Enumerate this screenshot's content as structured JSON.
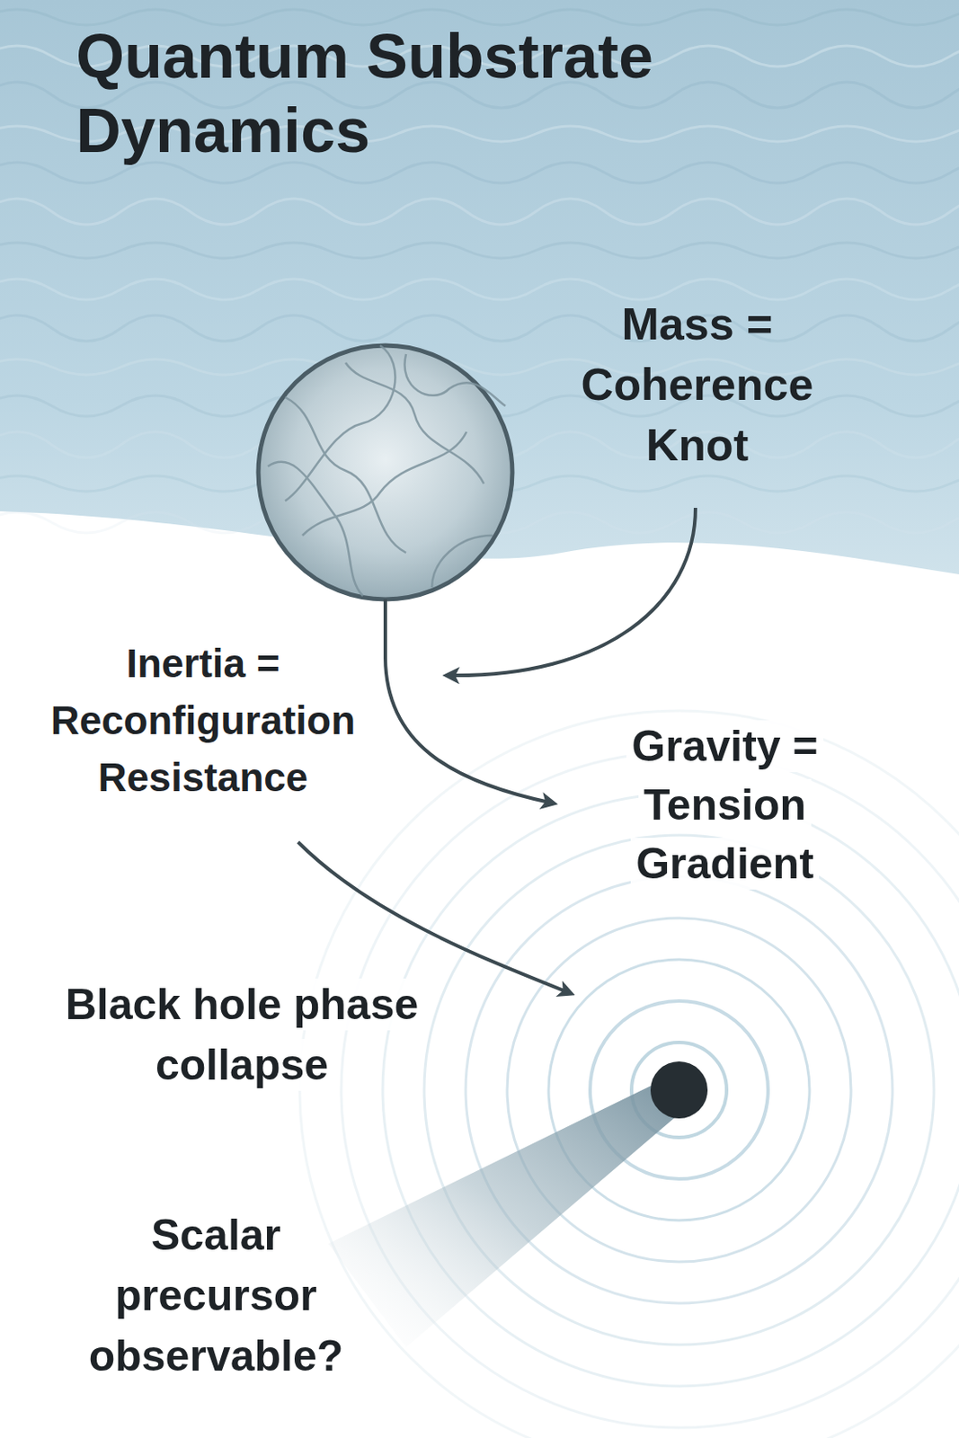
{
  "diagram": {
    "title": "Quantum Substrate Dynamics",
    "labels": [
      "Mass = Coherence Knot",
      "Inertia = Reconfiguration Resistance",
      "Gravity = Tension Gradient",
      "Black hole phase collapse",
      "Scalar precursor observable?"
    ]
  }
}
